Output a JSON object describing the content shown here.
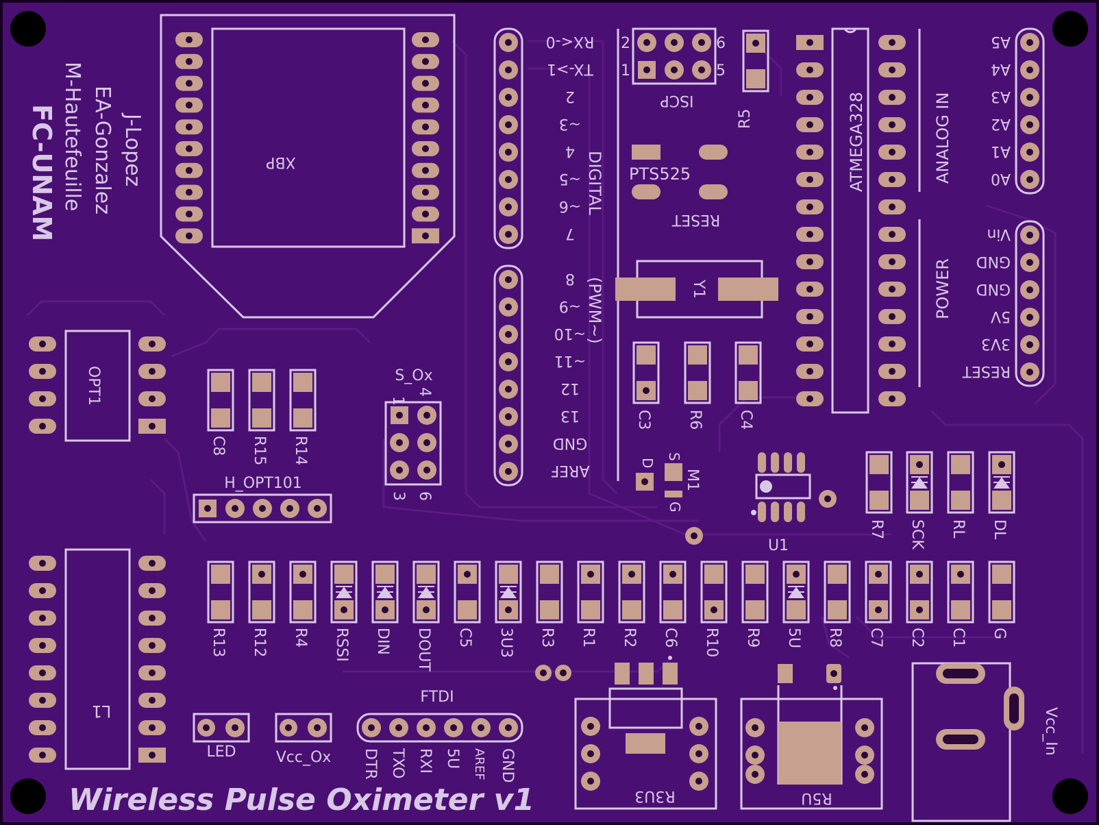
{
  "colors": {
    "board": "#4a0f72",
    "trace": "#5b1a86",
    "silkscreen": "#d8c8e6",
    "pad": "#c7a090",
    "drill": "#2a0838",
    "mount_hole": "#000000"
  },
  "credits": {
    "org": "FC-UNAM",
    "author1": "J-Lopez",
    "author2": "EA-Gonzalez",
    "author3": "M-Hautefeuille"
  },
  "title": "Wireless Pulse Oximeter v1",
  "xbee_label": "XBP",
  "opt1_label": "OPT1",
  "l1_label": "L1",
  "s_ox": {
    "label": "S_Ox",
    "n1": "1",
    "n4": "4",
    "n3": "3",
    "n6": "6"
  },
  "h_opt101_label": "H_OPT101",
  "digital": {
    "title": "DIGITAL",
    "subtitle": "(PWM~)",
    "pins": [
      "RX<-0",
      "TX->1",
      "2",
      "~3",
      "4",
      "~5",
      "~6",
      "7",
      "8",
      "~9",
      "~10",
      "~11",
      "12",
      "13",
      "GND",
      "AREF"
    ]
  },
  "iscp": {
    "label": "ISCP",
    "n1": "1",
    "n2": "2",
    "n5": "5",
    "n6": "6"
  },
  "reset_switch": {
    "part": "PTS525",
    "label": "RESET"
  },
  "crystal_label": "Y1",
  "r5_label": "R5",
  "atmega_label": "ATMEGA328",
  "analog": {
    "title": "ANALOG IN",
    "pins": [
      "A5",
      "A4",
      "A3",
      "A2",
      "A1",
      "A0"
    ]
  },
  "power": {
    "title": "POWER",
    "pins": [
      "Vin",
      "GND",
      "GND",
      "5V",
      "3V3",
      "RESET"
    ]
  },
  "small_parts": [
    "C3",
    "R6",
    "C4",
    "C8",
    "R15",
    "R14"
  ],
  "mosfet": {
    "label": "M1",
    "d": "D",
    "s": "S",
    "g": "G"
  },
  "u1_label": "U1",
  "indicators": [
    "R7",
    "SCK",
    "RL",
    "DL"
  ],
  "bottom_row": [
    "R13",
    "R12",
    "R4",
    "RSSI",
    "DIN",
    "DOUT",
    "C5",
    "3U3",
    "R3",
    "R1",
    "R2",
    "C6",
    "R10",
    "R9",
    "5U",
    "R8",
    "C7",
    "C2",
    "C1",
    "G"
  ],
  "ftdi": {
    "label": "FTDI",
    "pins": [
      "DTR",
      "TXO",
      "RXI",
      "5U",
      "AREF",
      "GND"
    ]
  },
  "led_label": "LED",
  "vcc_ox_label": "Vcc_Ox",
  "r3v3_label": "R3U3",
  "r5v_label": "R5U",
  "vcc_in_label": "Vcc_In"
}
